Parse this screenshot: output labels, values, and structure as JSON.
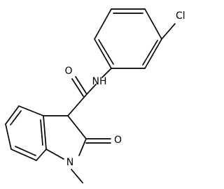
{
  "molecule": {
    "atom_labels": {
      "chlorine": "Cl",
      "amide_nitrogen": "NH",
      "amide_oxygen": "O",
      "lactam_oxygen": "O",
      "ring_nitrogen": "N"
    }
  },
  "colors": {
    "bond": "#000000",
    "label": "#000000",
    "background": "#ffffff"
  }
}
